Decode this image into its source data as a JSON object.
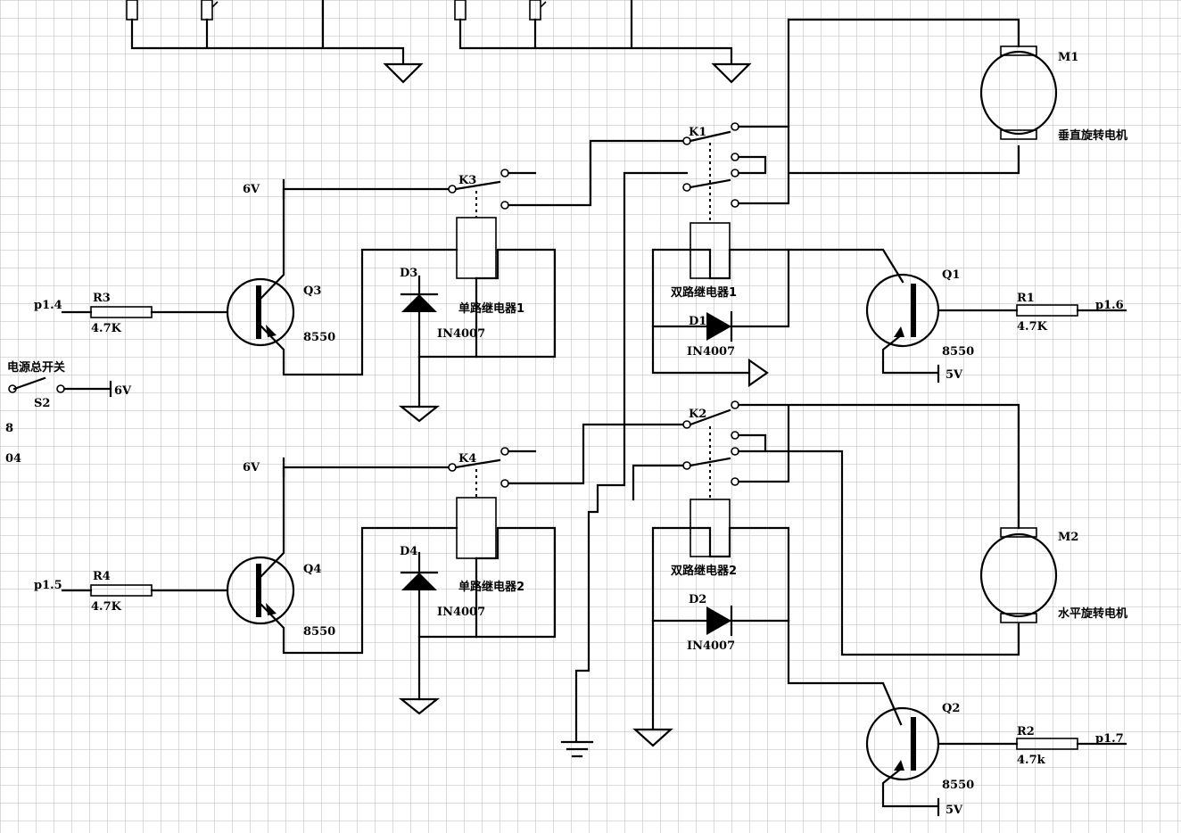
{
  "grid": {
    "color": "#b9b9b9"
  },
  "transistors": {
    "q3": {
      "name": "Q3",
      "model": "8550"
    },
    "q4": {
      "name": "Q4",
      "model": "8550"
    },
    "q1": {
      "name": "Q1",
      "model": "8550"
    },
    "q2": {
      "name": "Q2",
      "model": "8550"
    }
  },
  "resistors": {
    "r3": {
      "name": "R3",
      "value": "4.7K",
      "input": "p1.4"
    },
    "r4": {
      "name": "R4",
      "value": "4.7K",
      "input": "p1.5"
    },
    "r1": {
      "name": "R1",
      "value": "4.7K",
      "input": "p1.6"
    },
    "r2": {
      "name": "R2",
      "value": "4.7k",
      "input": "p1.7"
    }
  },
  "diodes": {
    "d3": {
      "name": "D3",
      "model": "IN4007"
    },
    "d4": {
      "name": "D4",
      "model": "IN4007"
    },
    "d1": {
      "name": "D1",
      "model": "IN4007"
    },
    "d2": {
      "name": "D2",
      "model": "IN4007"
    }
  },
  "relays": {
    "single1": {
      "label": "单路继电器1",
      "contact": "K3"
    },
    "single2": {
      "label": "单路继电器2",
      "contact": "K4"
    },
    "dual1": {
      "label": "双路继电器1",
      "contact": "K1"
    },
    "dual2": {
      "label": "双路继电器2",
      "contact": "K2"
    }
  },
  "motors": {
    "m1": {
      "name": "M1",
      "label": "垂直旋转电机"
    },
    "m2": {
      "name": "M2",
      "label": "水平旋转电机"
    }
  },
  "power": {
    "v6": "6V",
    "v5": "5V",
    "switch_label": "电源总开关",
    "switch_name": "S2",
    "edge_label_a": "8",
    "edge_label_b": "04"
  }
}
